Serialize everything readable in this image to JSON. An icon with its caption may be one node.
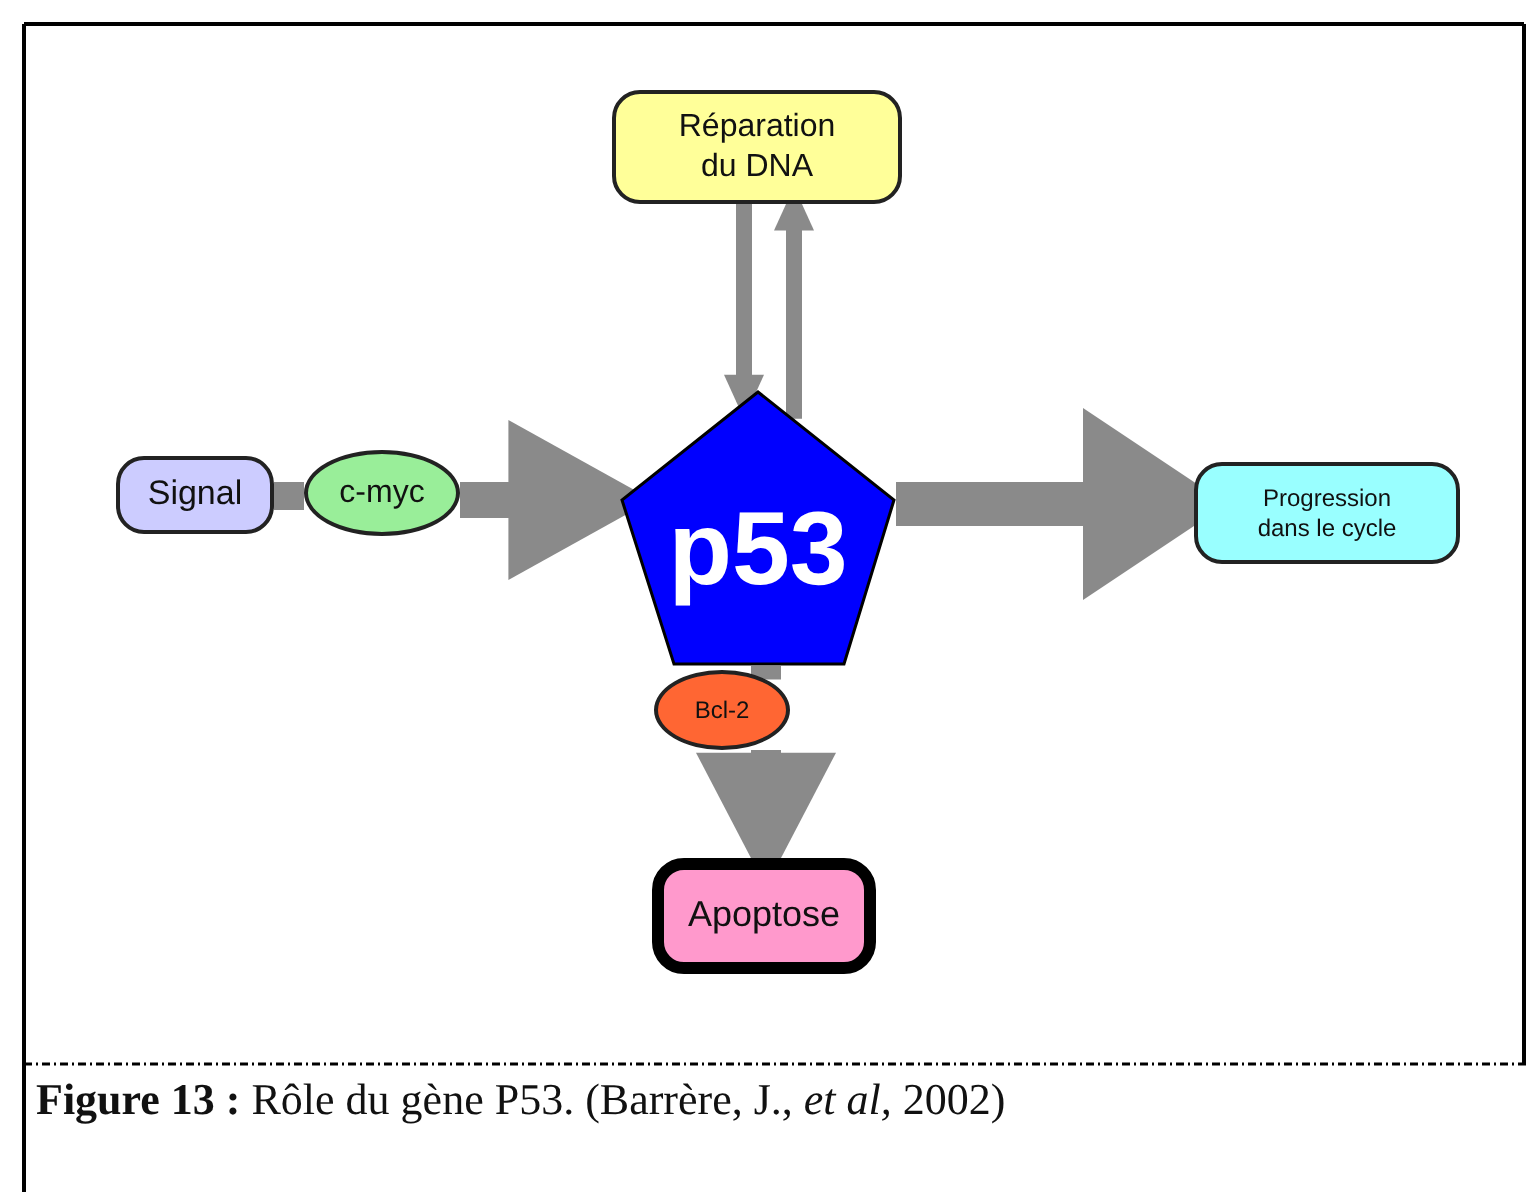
{
  "diagram": {
    "caption": "**Figure 13 :** Rôle du gène P53. (Barrère, J., *et al,* 2002)",
    "nodes": [
      {
        "text": [
          "Réparation du DNA"
        ]
      },
      {
        "text": [
          "Signal"
        ]
      },
      {
        "text": [
          "c-myc"
        ]
      },
      {
        "text": [
          "p53"
        ]
      },
      {
        "text": [
          "Progression dans le cycle"
        ]
      },
      {
        "text": [
          "Bcl-2"
        ]
      },
      {
        "text": [
          "Apoptose"
        ]
      }
    ],
    "edges": [
      {
        "from": 1,
        "to": 2,
        "arrow": "none"
      },
      {
        "from": 2,
        "to": 3,
        "arrow": "to"
      },
      {
        "from": 0,
        "to": 3,
        "arrow": "to"
      },
      {
        "from": 3,
        "to": 0,
        "arrow": "to"
      },
      {
        "from": 3,
        "to": 4,
        "arrow": "to"
      },
      {
        "from": 3,
        "to": 5,
        "arrow": "none"
      },
      {
        "from": 5,
        "to": 6,
        "arrow": "to"
      }
    ]
  }
}
